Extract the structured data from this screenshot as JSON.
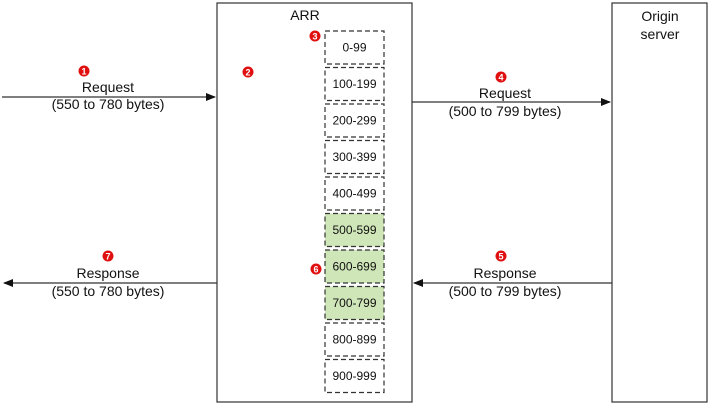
{
  "boxes": {
    "arr": {
      "title": "ARR"
    },
    "origin": {
      "title_line1": "Origin",
      "title_line2": "server"
    }
  },
  "chunks": [
    {
      "range": "0-99",
      "highlighted": false
    },
    {
      "range": "100-199",
      "highlighted": false
    },
    {
      "range": "200-299",
      "highlighted": false
    },
    {
      "range": "300-399",
      "highlighted": false
    },
    {
      "range": "400-499",
      "highlighted": false
    },
    {
      "range": "500-599",
      "highlighted": true
    },
    {
      "range": "600-699",
      "highlighted": true
    },
    {
      "range": "700-799",
      "highlighted": true
    },
    {
      "range": "800-899",
      "highlighted": false
    },
    {
      "range": "900-999",
      "highlighted": false
    }
  ],
  "arrows": {
    "client_request": {
      "label": "Request",
      "sublabel": "(550 to 780 bytes)"
    },
    "origin_request": {
      "label": "Request",
      "sublabel": "(500 to 799 bytes)"
    },
    "origin_response": {
      "label": "Response",
      "sublabel": "(500 to 799 bytes)"
    },
    "client_response": {
      "label": "Response",
      "sublabel": "(550 to 780 bytes)"
    }
  },
  "steps": [
    "1",
    "2",
    "3",
    "4",
    "5",
    "6",
    "7"
  ],
  "colors": {
    "stroke": "#333333",
    "badge": "#e01010",
    "highlight": "#cfe6b8",
    "text": "#111111"
  }
}
